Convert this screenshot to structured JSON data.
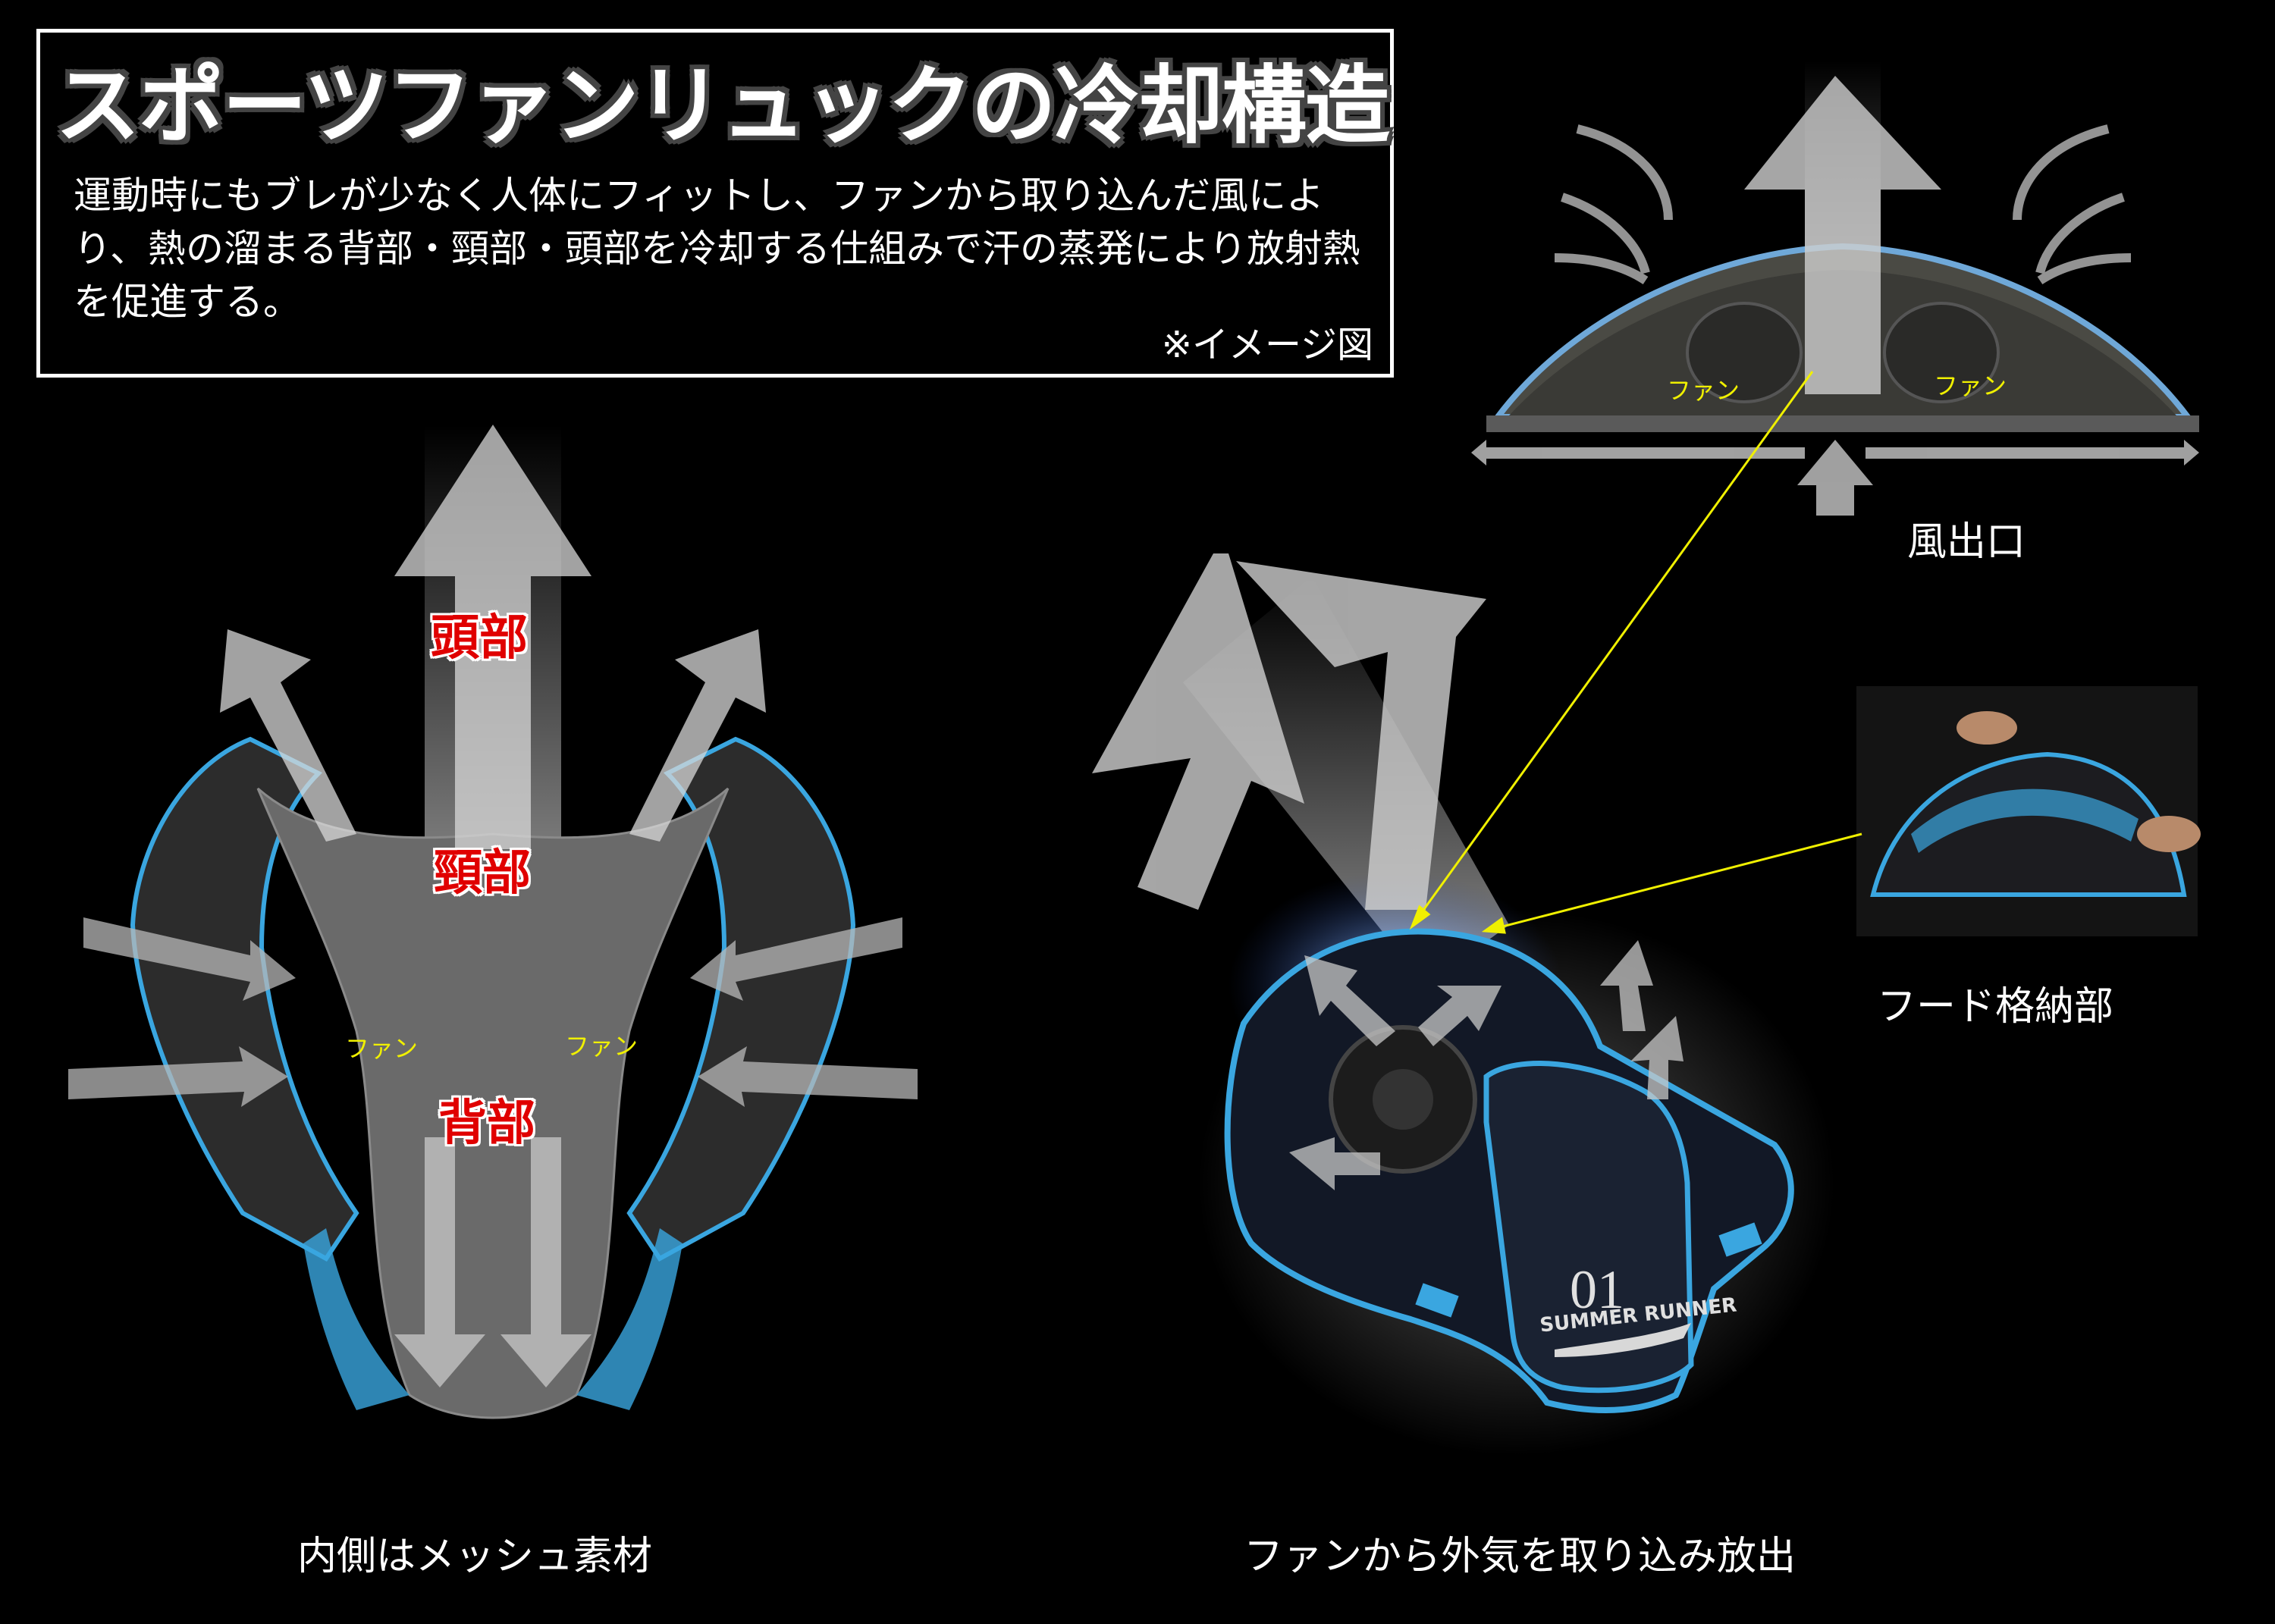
{
  "header": {
    "title": "スポーツファンリュックの冷却構造",
    "description": "運動時にもブレが少なく人体にフィットし、ファンから取り込んだ風により、熱の溜まる背部・頸部・頭部を冷却する仕組みで汗の蒸発により放射熱を促進する。",
    "note": "※イメージ図"
  },
  "inner_view": {
    "caption": "内側はメッシュ素材",
    "labels": {
      "head": "頭部",
      "neck": "頸部",
      "back": "背部"
    },
    "fan_left": "ファン",
    "fan_right": "ファン"
  },
  "outer_view": {
    "caption": "ファンから外気を取り込み放出",
    "product_number": "01",
    "product_name": "SUMMER RUNNER"
  },
  "outlet_view": {
    "caption": "風出口",
    "fan_left": "ファン",
    "fan_right": "ファン"
  },
  "hood_view": {
    "caption": "フード格納部"
  },
  "colors": {
    "background": "#000000",
    "accent_blue": "#3aa6e0",
    "zone_label_red": "#e00000",
    "fan_label_yellow": "#f0f000",
    "pointer_line": "#f0f000"
  }
}
